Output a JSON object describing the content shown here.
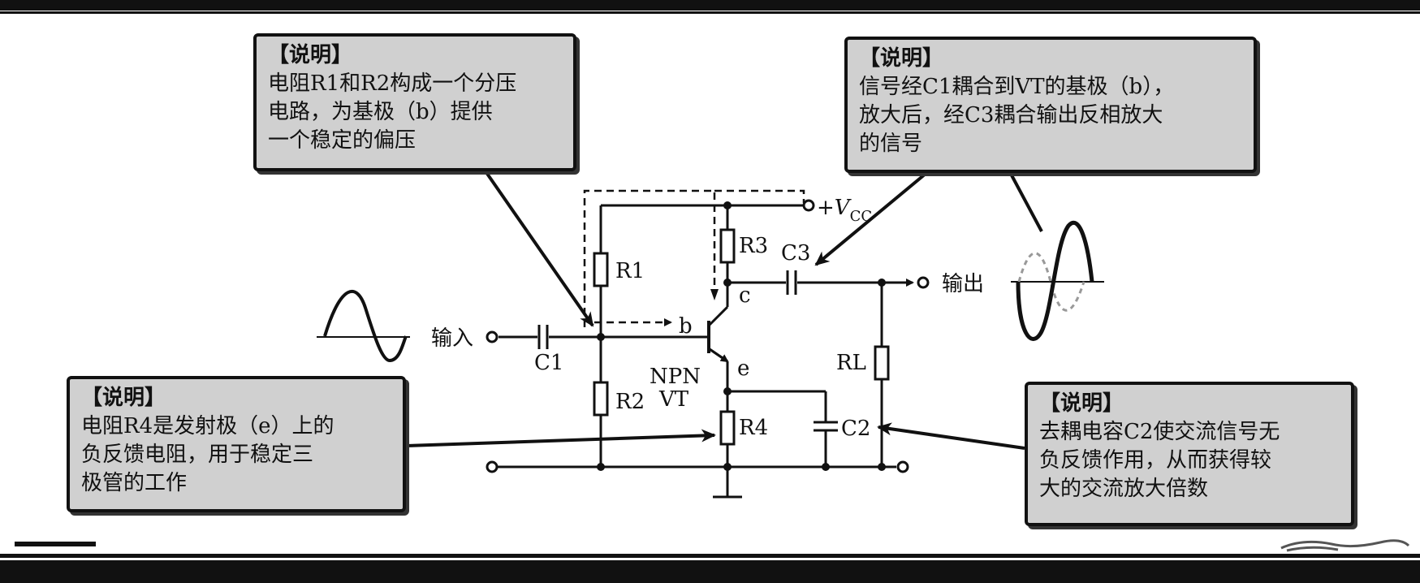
{
  "notes": {
    "divider": {
      "title": "【说明】",
      "lines": [
        "电阻R1和R2构成一个分压",
        "电路，为基极（b）提供",
        "一个稳定的偏压"
      ]
    },
    "signal": {
      "title": "【说明】",
      "lines": [
        "信号经C1耦合到VT的基极（b），",
        "放大后，经C3耦合输出反相放大",
        "的信号"
      ]
    },
    "r4": {
      "title": "【说明】",
      "lines": [
        "电阻R4是发射极（e）上的",
        "负反馈电阻，用于稳定三",
        "极管的工作"
      ]
    },
    "c2": {
      "title": "【说明】",
      "lines": [
        "去耦电容C2使交流信号无",
        "负反馈作用，从而获得较",
        "大的交流放大倍数"
      ]
    }
  },
  "circuit": {
    "vcc_prefix": "+",
    "vcc_main": "V",
    "vcc_sub": "CC",
    "input_label": "输入",
    "output_label": "输出",
    "r1": "R1",
    "r2": "R2",
    "r3": "R3",
    "r4": "R4",
    "rl": "RL",
    "c1": "C1",
    "c2": "C2",
    "c3": "C3",
    "base": "b",
    "collector": "c",
    "emitter": "e",
    "transistor_type": "NPN",
    "transistor_name": "VT"
  }
}
